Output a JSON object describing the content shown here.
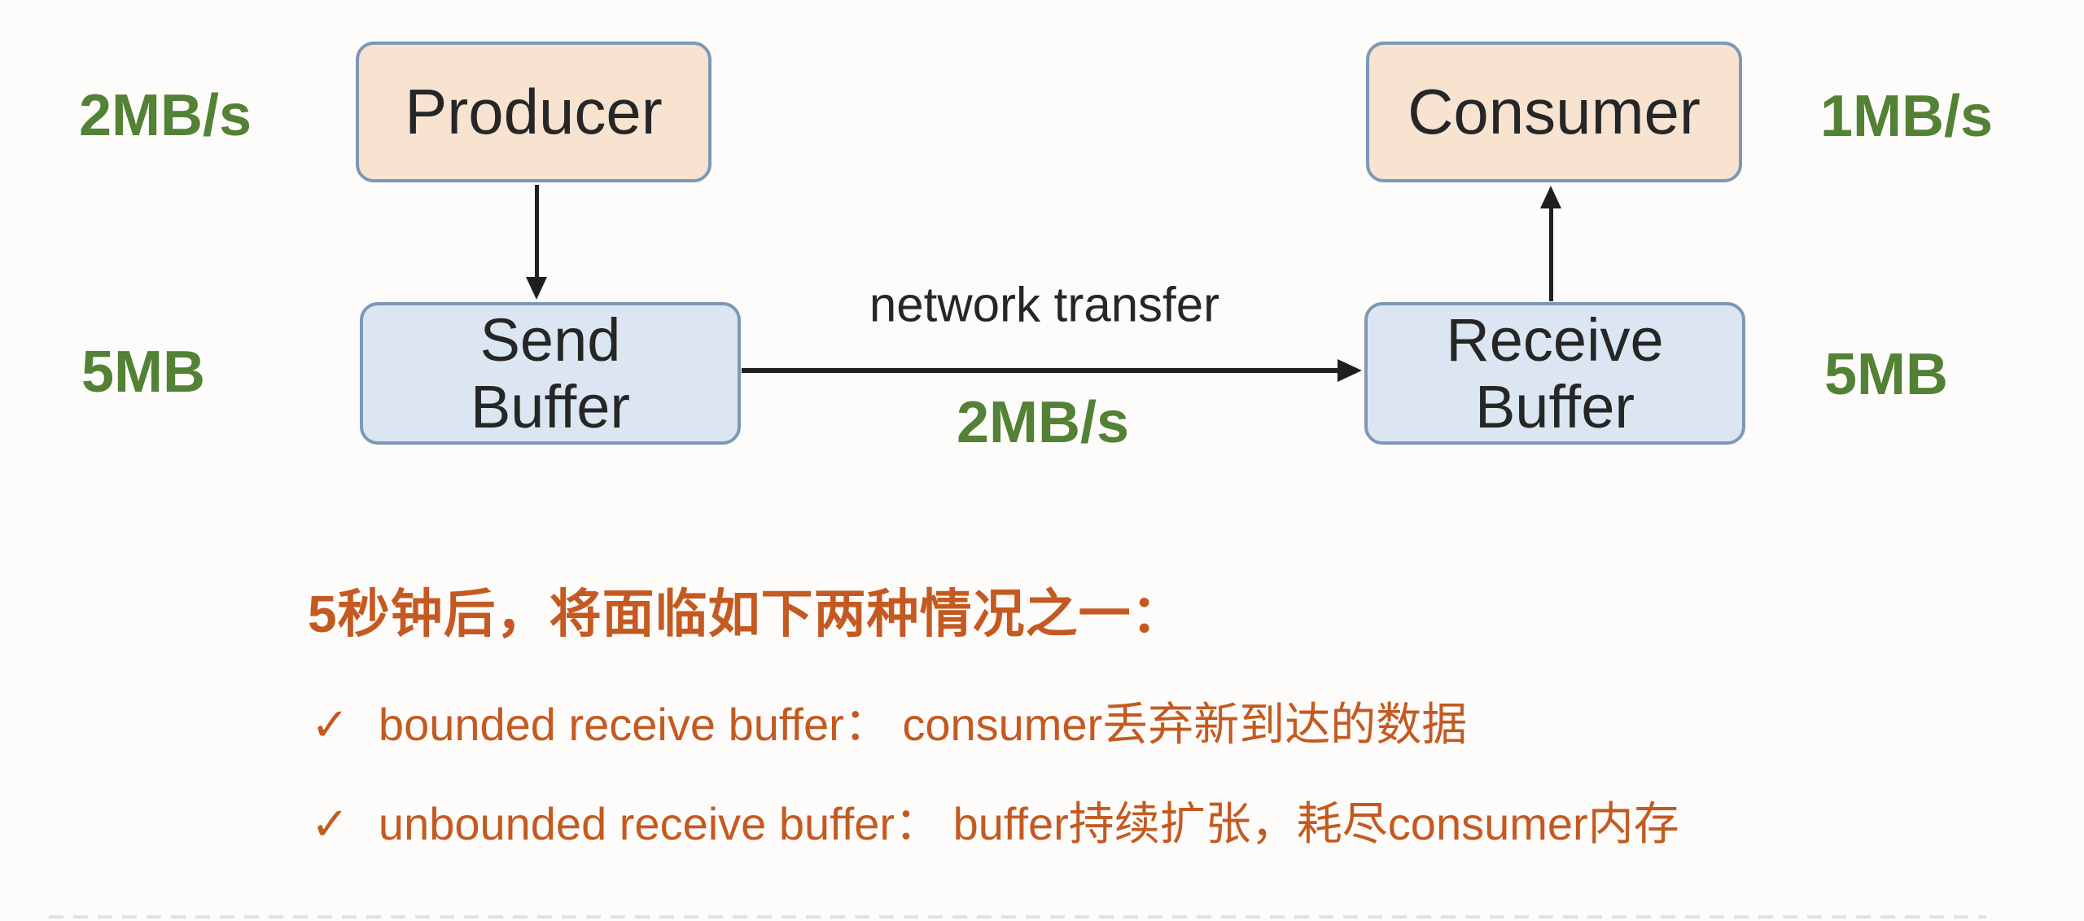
{
  "colors": {
    "green": "#538135",
    "orange": "#C45A21",
    "box-peach": "#F8E2D0",
    "box-blue": "#DCE6F2",
    "box-border": "#7C98B6",
    "ink": "#262626",
    "arrow": "#1F1F1F",
    "bg": "#FDFCFA"
  },
  "diagram": {
    "producer_label": "Producer",
    "consumer_label": "Consumer",
    "send_buffer_label": "Send\nBuffer",
    "receive_buffer_label": "Receive\nBuffer",
    "producer_rate": "2MB/s",
    "consumer_rate": "1MB/s",
    "send_buffer_size": "5MB",
    "receive_buffer_size": "5MB",
    "transfer_label": "network transfer",
    "transfer_rate": "2MB/s"
  },
  "notes": {
    "heading": "5秒钟后，将面临如下两种情况之一：",
    "bullets": [
      {
        "check": "✓",
        "text": "bounded receive buffer： consumer丢弃新到达的数据"
      },
      {
        "check": "✓",
        "text": "unbounded receive buffer： buffer持续扩张，耗尽consumer内存"
      }
    ]
  }
}
